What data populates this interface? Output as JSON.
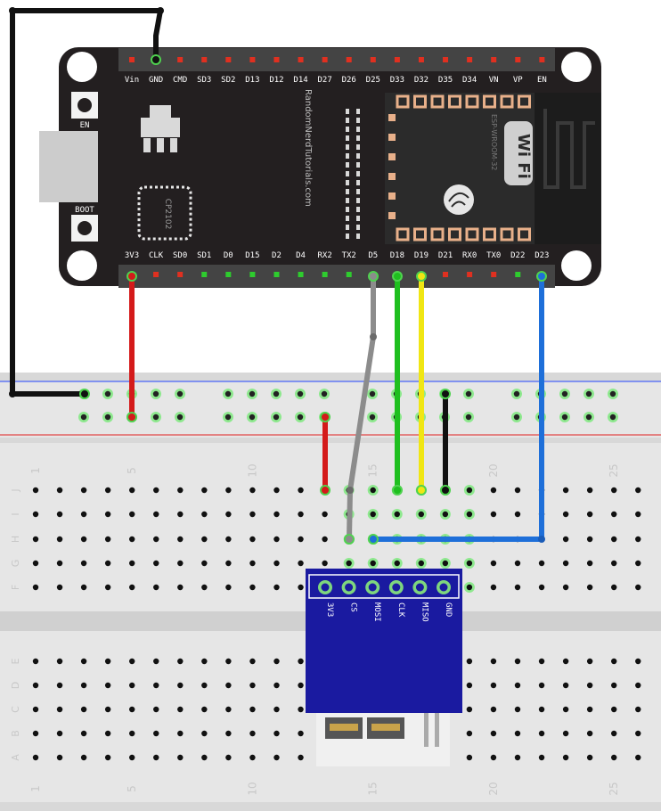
{
  "board": {
    "top_pins": [
      "Vin",
      "GND",
      "CMD",
      "SD3",
      "SD2",
      "D13",
      "D12",
      "D14",
      "D27",
      "D26",
      "D25",
      "D33",
      "D32",
      "D35",
      "D34",
      "VN",
      "VP",
      "EN"
    ],
    "bottom_pins": [
      "3V3",
      "CLK",
      "SD0",
      "SD1",
      "D0",
      "D15",
      "D2",
      "D4",
      "RX2",
      "TX2",
      "D5",
      "D18",
      "D19",
      "D21",
      "RX0",
      "TX0",
      "D22",
      "D23"
    ],
    "button_en": "EN",
    "button_boot": "BOOT",
    "chip_label": "CP2102",
    "vertical_brand": "RandomNerdTutorials.com",
    "module_label": "ESP-WROOM-32",
    "wifi_label": "Wi Fi"
  },
  "breadboard": {
    "column_numbers": [
      "1",
      "5",
      "10",
      "15",
      "20",
      "25"
    ],
    "upper_rows": [
      "J",
      "I",
      "H",
      "G",
      "F"
    ],
    "lower_rows": [
      "E",
      "D",
      "C",
      "B",
      "A"
    ]
  },
  "sd_module": {
    "pins": [
      "3V3",
      "CS",
      "MOSI",
      "CLK",
      "MISO",
      "GND"
    ]
  },
  "colors": {
    "board": "#231f20",
    "breadboard": "#e6e6e6",
    "module": "#1a1aa0",
    "wire_gnd": "#111111",
    "wire_power": "#d41a1a",
    "wire_cs": "#8c8c8c",
    "wire_mosi": "#1fbf1f",
    "wire_miso": "#f0e614",
    "wire_clk": "#1e6fd9"
  }
}
